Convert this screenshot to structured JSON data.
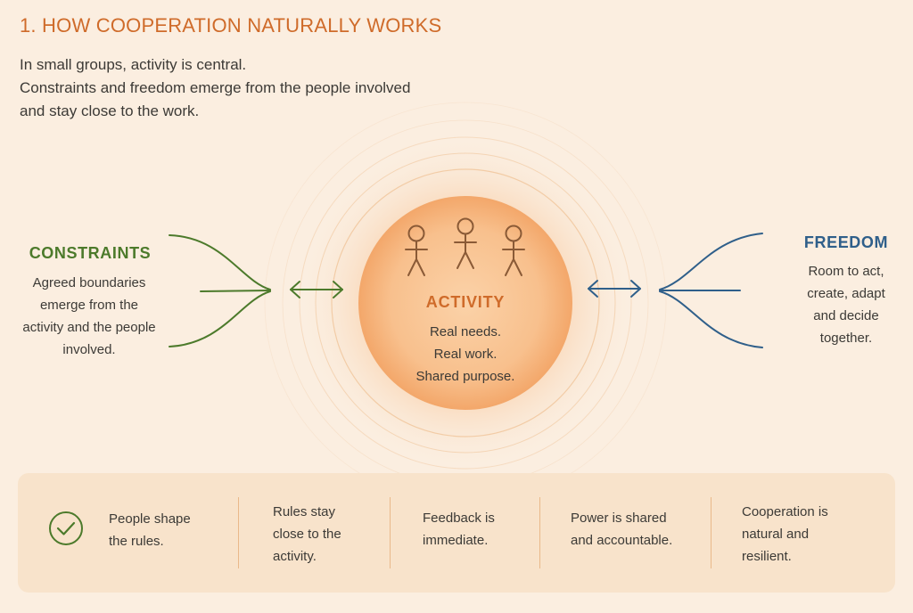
{
  "title": "1. HOW COOPERATION NATURALLY WORKS",
  "intro": [
    "In small groups, activity is central.",
    "Constraints and freedom emerge from the people involved",
    "and stay close to the work."
  ],
  "constraints": {
    "title": "CONSTRAINTS",
    "lines": [
      "Agreed boundaries",
      "emerge from the",
      "activity and the people",
      "involved."
    ],
    "color": "#4c7a2b"
  },
  "activity": {
    "title": "ACTIVITY",
    "lines": [
      "Real needs.",
      "Real work.",
      "Shared purpose."
    ],
    "color": "#cf6b2a",
    "people_count": 3
  },
  "freedom": {
    "title": "FREEDOM",
    "lines": [
      "Room to act,",
      "create, adapt",
      "and decide",
      "together."
    ],
    "color": "#2f5f8a"
  },
  "principles": [
    {
      "lines": [
        "People shape",
        "the rules."
      ],
      "icon": "check-circle-icon"
    },
    {
      "lines": [
        "Rules stay",
        "close to the",
        "activity."
      ]
    },
    {
      "lines": [
        "Feedback is",
        "immediate."
      ]
    },
    {
      "lines": [
        "Power is shared",
        "and accountable."
      ]
    },
    {
      "lines": [
        "Cooperation is",
        "natural and",
        "resilient."
      ]
    }
  ]
}
